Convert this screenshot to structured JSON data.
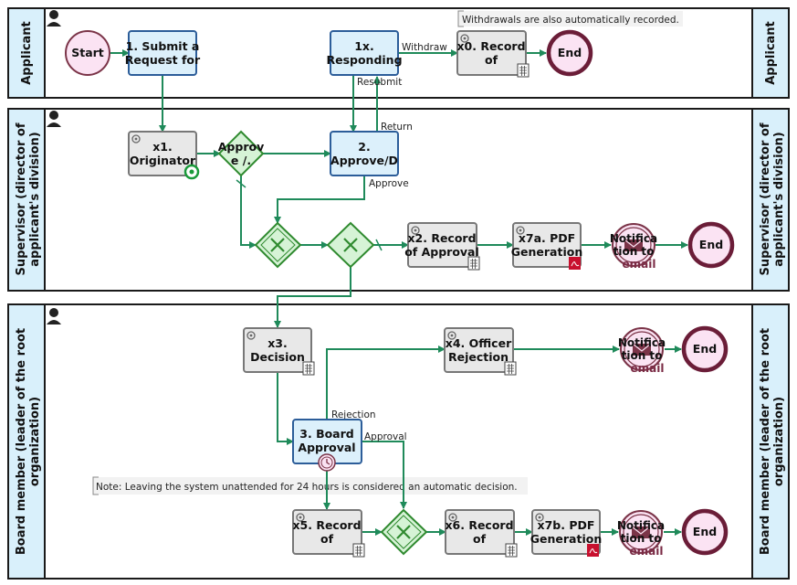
{
  "lanes": {
    "applicant": "Applicant",
    "supervisor_line1": "Supervisor (director of",
    "supervisor_line2": "applicant's division)",
    "board_line1": "Board member (leader of the root",
    "board_line2": "organization)"
  },
  "events": {
    "start": "Start",
    "end": "End"
  },
  "tasks": {
    "submit": [
      "1. Submit a",
      "Request for"
    ],
    "responding": [
      "1x.",
      "Responding"
    ],
    "x0_record": [
      "x0. Record",
      "of"
    ],
    "x1_originator": [
      "x1.",
      "Originator"
    ],
    "approve_decline": [
      "2.",
      "Approve/D"
    ],
    "x2_record": [
      "x2. Record",
      "of Approval"
    ],
    "x7a_pdf": [
      "x7a. PDF",
      "Generation"
    ],
    "x3_decision": [
      "x3.",
      "Decision"
    ],
    "x4_rejection": [
      "x4. Officer",
      "Rejection"
    ],
    "board_approval": [
      "3. Board",
      "Approval"
    ],
    "x5_record": [
      "x5. Record",
      "of"
    ],
    "x6_record": [
      "x6. Record",
      "of"
    ],
    "x7b_pdf": [
      "x7b. PDF",
      "Generation"
    ]
  },
  "gateway_label": [
    "Approv",
    "e /."
  ],
  "notification": [
    "Notifica",
    "tion to",
    "email"
  ],
  "flow_labels": {
    "withdraw": "Withdraw",
    "resubmit": "Resubmit",
    "return": "Return",
    "approve": "Approve",
    "rejection": "Rejection",
    "approval": "Approval"
  },
  "notes": {
    "withdrawals": "Withdrawals are also automatically recorded.",
    "unattended": "Note: Leaving the system unattended for 24 hours is considered an automatic decision."
  },
  "colors": {
    "lane_header": "#d9f0fb",
    "lane_border": "#1a1a1a",
    "flow": "#1f8a5a",
    "task_user_fill": "#dcf0fb",
    "task_user_stroke": "#2c5d99",
    "task_service_fill": "#e8e8e8",
    "task_service_stroke": "#777777",
    "event_fill": "#fbe3f3",
    "start_stroke": "#7b3448",
    "end_stroke": "#6b1d38",
    "gateway_fill": "#d6f3d6",
    "gateway_stroke": "#2f8a2f"
  }
}
